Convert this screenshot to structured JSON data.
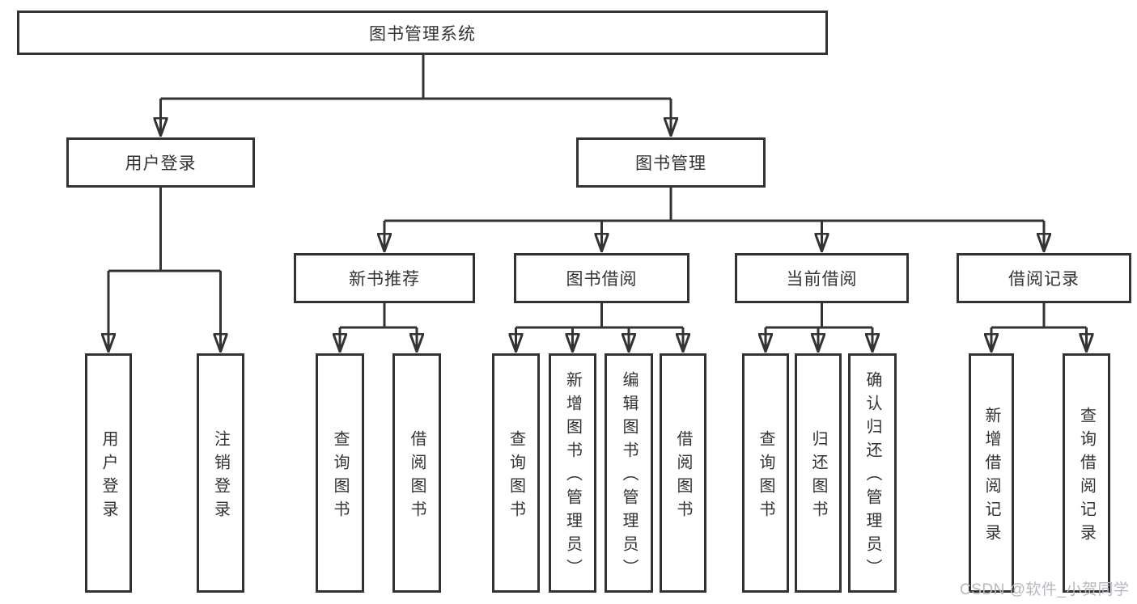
{
  "diagram": {
    "type": "hierarchy-tree",
    "tree": {
      "root": "图书管理系统",
      "branches": [
        {
          "label": "用户登录",
          "leaves": [
            "用户登录",
            "注销登录"
          ]
        },
        {
          "label": "图书管理",
          "sections": [
            {
              "label": "新书推荐",
              "leaves": [
                "查询图书",
                "借阅图书"
              ]
            },
            {
              "label": "图书借阅",
              "leaves": [
                "查询图书",
                "新增图书（管理员）",
                "编辑图书（管理员）",
                "借阅图书"
              ]
            },
            {
              "label": "当前借阅",
              "leaves": [
                "查询图书",
                "归还图书",
                "确认归还（管理员）"
              ]
            },
            {
              "label": "借阅记录",
              "leaves": [
                "新增借阅记录",
                "查询借阅记录"
              ]
            }
          ]
        }
      ]
    },
    "colors": {
      "line": "#333333",
      "text": "#333333",
      "box_background": "#ffffff",
      "page_background": "#ffffff",
      "watermark": "#b5b9bd"
    }
  },
  "watermark": {
    "text": "CSDN @软件_小贺同学"
  }
}
